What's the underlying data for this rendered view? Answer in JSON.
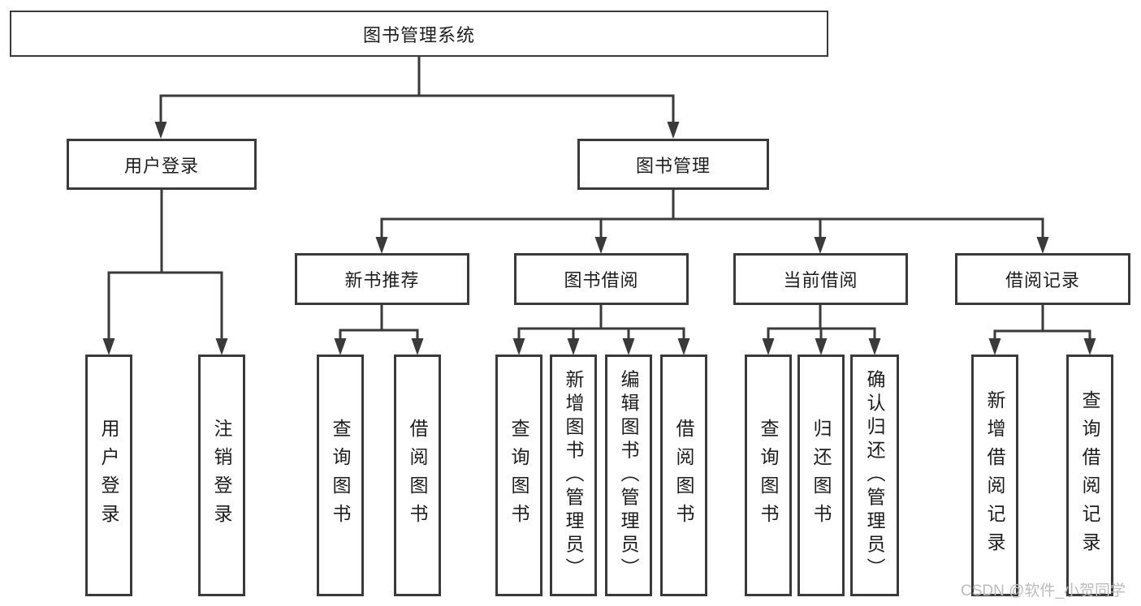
{
  "diagram_title": "图书管理系统",
  "nodes": {
    "root": "图书管理系统",
    "user_login_group": "用户登录",
    "book_mgmt_group": "图书管理",
    "new_book_rec": "新书推荐",
    "book_borrow": "图书借阅",
    "current_borrow": "当前借阅",
    "borrow_records": "借阅记录",
    "leaf_user_login": "用户登录",
    "leaf_logout": "注销登录",
    "leaf_query_book_a": "查询图书",
    "leaf_borrow_book_a": "借阅图书",
    "leaf_query_book_b": "查询图书",
    "leaf_add_book_admin": "新增图书（管理员）",
    "leaf_edit_book_admin": "编辑图书（管理员）",
    "leaf_borrow_book_b": "借阅图书",
    "leaf_query_book_c": "查询图书",
    "leaf_return_book": "归还图书",
    "leaf_confirm_return_admin": "确认归还（管理员）",
    "leaf_add_borrow_record": "新增借阅记录",
    "leaf_query_borrow_record": "查询借阅记录"
  },
  "watermark": "CSDN @软件_小贺同学",
  "colors": {
    "line": "#3a3a3a",
    "box_border": "#3a3a3a",
    "text": "#1d1d1d",
    "watermark": "#bcbcbc",
    "background": "#ffffff"
  }
}
